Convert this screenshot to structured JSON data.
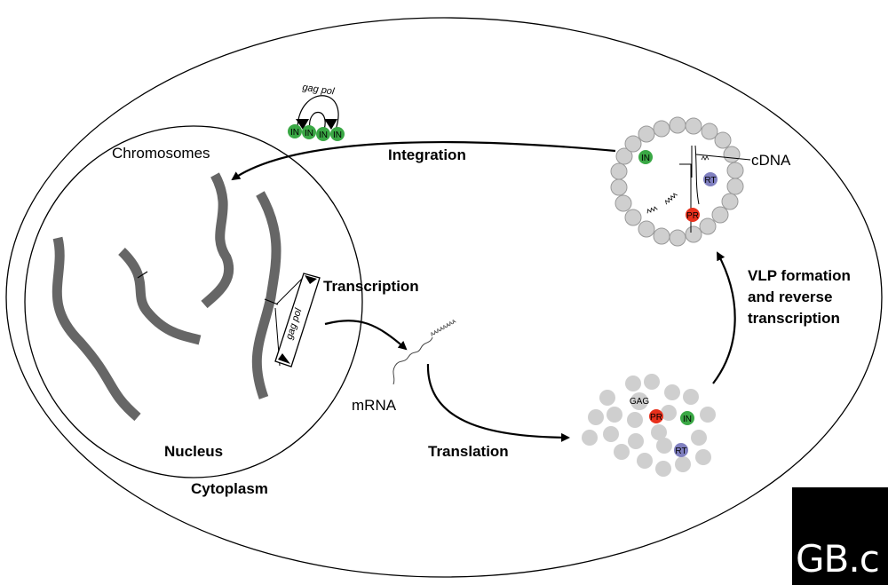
{
  "labels": {
    "chromosomes": "Chromosomes",
    "integration": "Integration",
    "cdna": "cDNA",
    "transcription": "Transcription",
    "vlp_line1": "VLP formation",
    "vlp_line2": "and reverse",
    "vlp_line3": "transcription",
    "mrna": "mRNA",
    "translation": "Translation",
    "nucleus": "Nucleus",
    "cytoplasm": "Cytoplasm",
    "gag_pol": "gag pol",
    "poly_a": "AAAAAAAA"
  },
  "proteins": {
    "in": "IN",
    "rt": "RT",
    "pr": "PR",
    "gag": "GAG"
  },
  "colors": {
    "integrase": "#3aa845",
    "reverse_transcriptase": "#8080c0",
    "protease": "#e8301c",
    "gag": "#cfcfcf",
    "chromosome": "#666666"
  },
  "logo": {
    "brand": "GB",
    "suffix": ".c"
  }
}
